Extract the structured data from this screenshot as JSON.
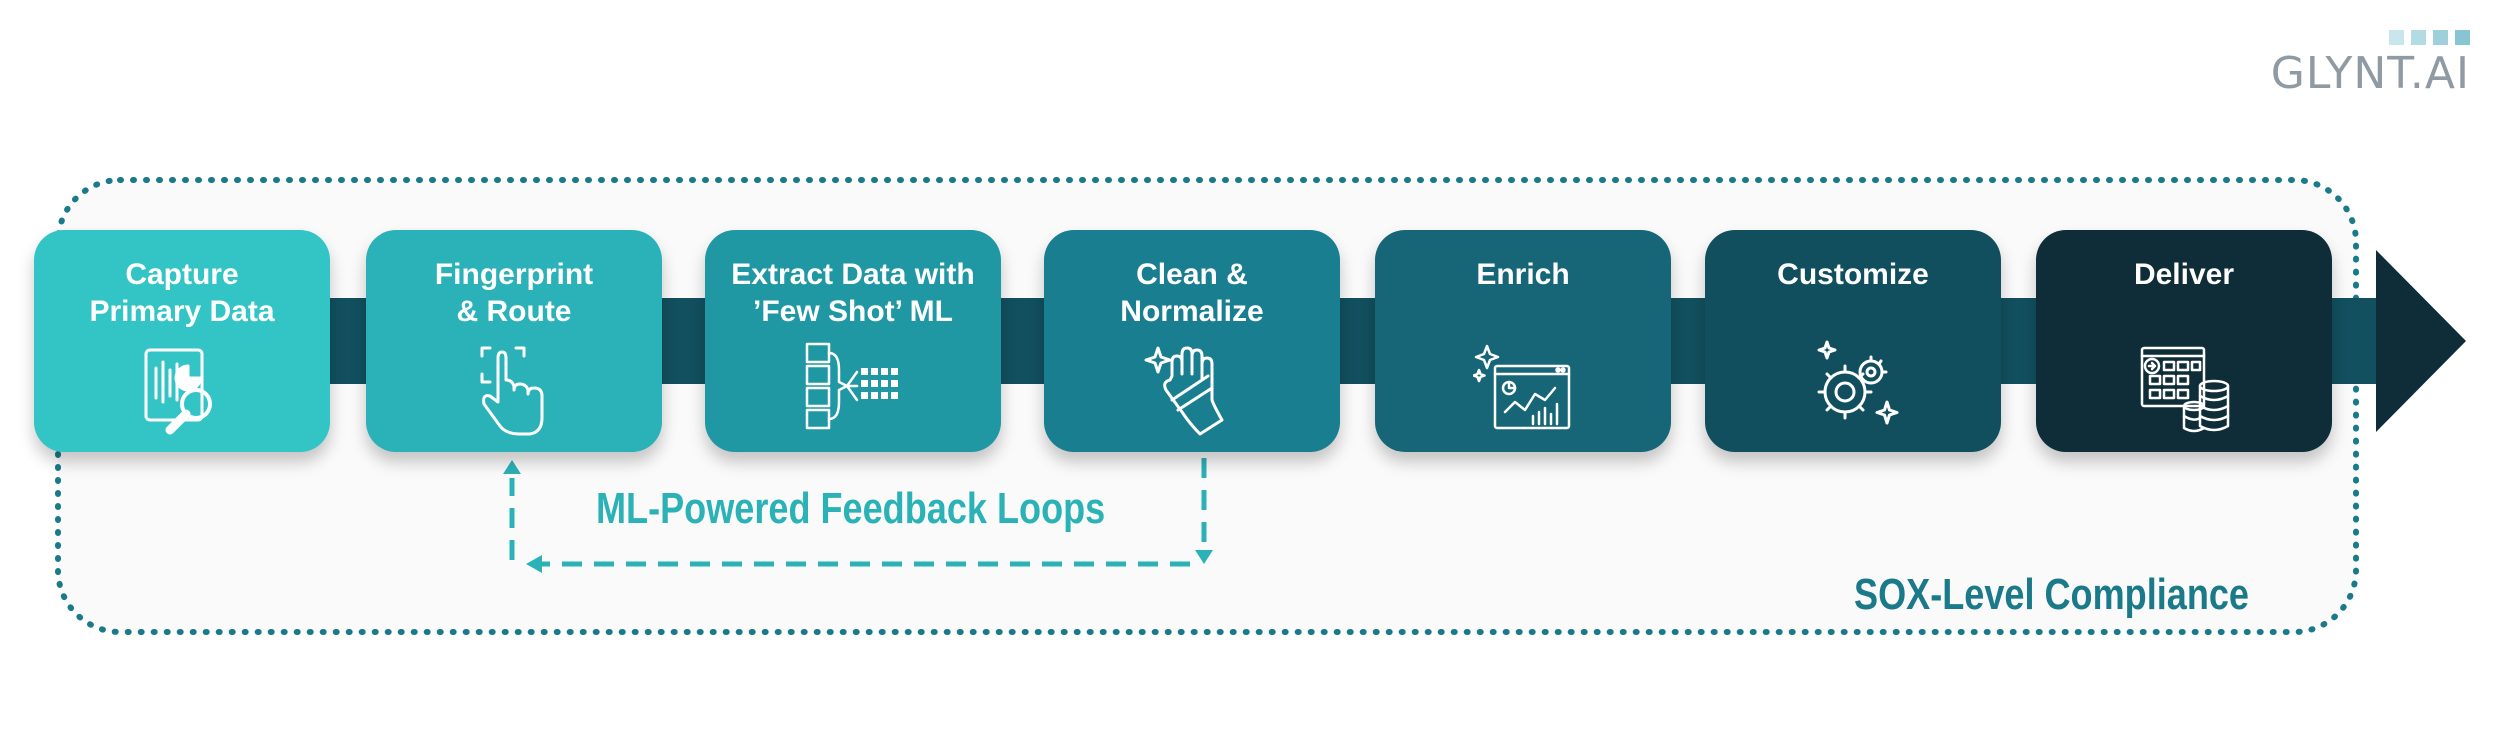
{
  "logo": {
    "text": "GLYNT.AI",
    "square_colors": [
      "#c9e6ec",
      "#b2dbe3",
      "#9dd0da",
      "#86c5d1"
    ]
  },
  "steps": [
    {
      "label": "Capture\nPrimary Data",
      "icon": "document-chart-magnifier-icon",
      "color": "#33c4c6"
    },
    {
      "label": "Fingerprint\n& Route",
      "icon": "hand-pointer-scan-icon",
      "color": "#2ab2b8"
    },
    {
      "label": "Extract Data with\n’Few Shot’ ML",
      "icon": "data-network-grid-icon",
      "color": "#1f98a4"
    },
    {
      "label": "Clean &\nNormalize",
      "icon": "cleaning-glove-sparkle-icon",
      "color": "#197e8f"
    },
    {
      "label": "Enrich",
      "icon": "browser-chart-sparkle-icon",
      "color": "#166677"
    },
    {
      "label": "Customize",
      "icon": "gears-sparkle-icon",
      "color": "#124f5e"
    },
    {
      "label": "Deliver",
      "icon": "database-grid-icon",
      "color": "#0f2d38"
    }
  ],
  "feedback": {
    "label": "ML-Powered Feedback Loops",
    "color": "#2bb2b6"
  },
  "compliance": {
    "label": "SOX-Level Compliance",
    "color": "#1b7a89"
  },
  "colors": {
    "arrow_band": "#12505f",
    "arrow_head": "#0f2d38",
    "outline_dots": "#1b7a89",
    "panel_fill": "#fafafa"
  }
}
